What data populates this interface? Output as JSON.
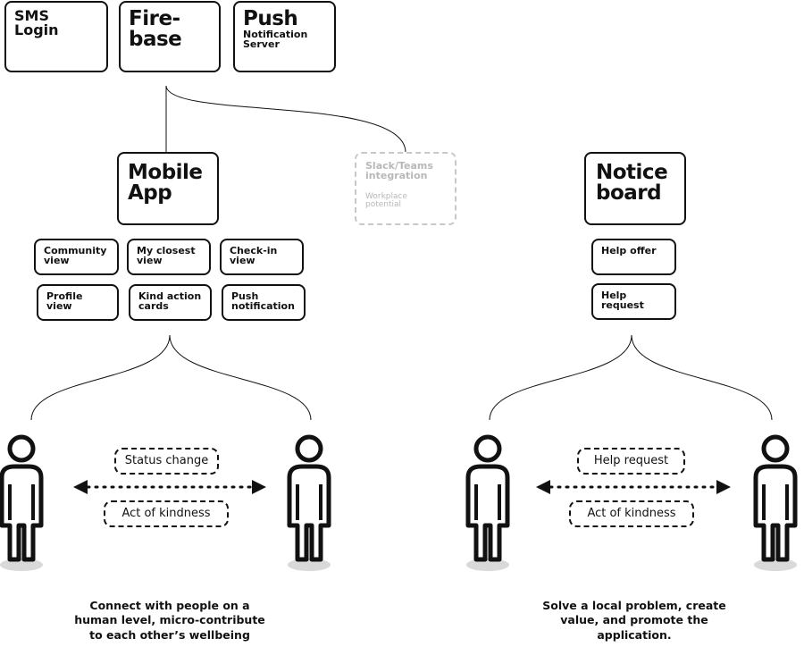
{
  "top_boxes": [
    {
      "line1": "SMS",
      "line2": "Login"
    },
    {
      "line1": "Fire-",
      "line2": "base"
    },
    {
      "line1": "Push",
      "line2": "Notification",
      "line3": "Server"
    }
  ],
  "mobile_app": {
    "line1": "Mobile",
    "line2": "App"
  },
  "mobile_features": [
    {
      "line1": "Community",
      "line2": "view"
    },
    {
      "line1": "My closest",
      "line2": "view"
    },
    {
      "line1": "Check-in",
      "line2": "view"
    },
    {
      "line1": "Profile",
      "line2": "view"
    },
    {
      "line1": "Kind action",
      "line2": "cards"
    },
    {
      "line1": "Push",
      "line2": "notification"
    }
  ],
  "slack": {
    "line1": "Slack/Teams",
    "line2": "integration",
    "note_line1": "Workplace",
    "note_line2": "potential"
  },
  "notice_board": {
    "line1": "Notice",
    "line2": "board"
  },
  "notice_features": [
    {
      "line1": "Help offer"
    },
    {
      "line1": "Help",
      "line2": "request"
    }
  ],
  "left_interaction": {
    "top_label": "Status change",
    "bottom_label": "Act of kindness"
  },
  "right_interaction": {
    "top_label": "Help request",
    "bottom_label": "Act of kindness"
  },
  "captions": {
    "left": [
      "Connect with people on a",
      "human level, micro-contribute",
      "to each other’s wellbeing"
    ],
    "right": [
      "Solve a local problem, create",
      "value, and promote the",
      "application."
    ]
  },
  "colors": {
    "ink": "#111111",
    "ghost": "#c8c8c8",
    "shadow": "#d9d9d9"
  }
}
